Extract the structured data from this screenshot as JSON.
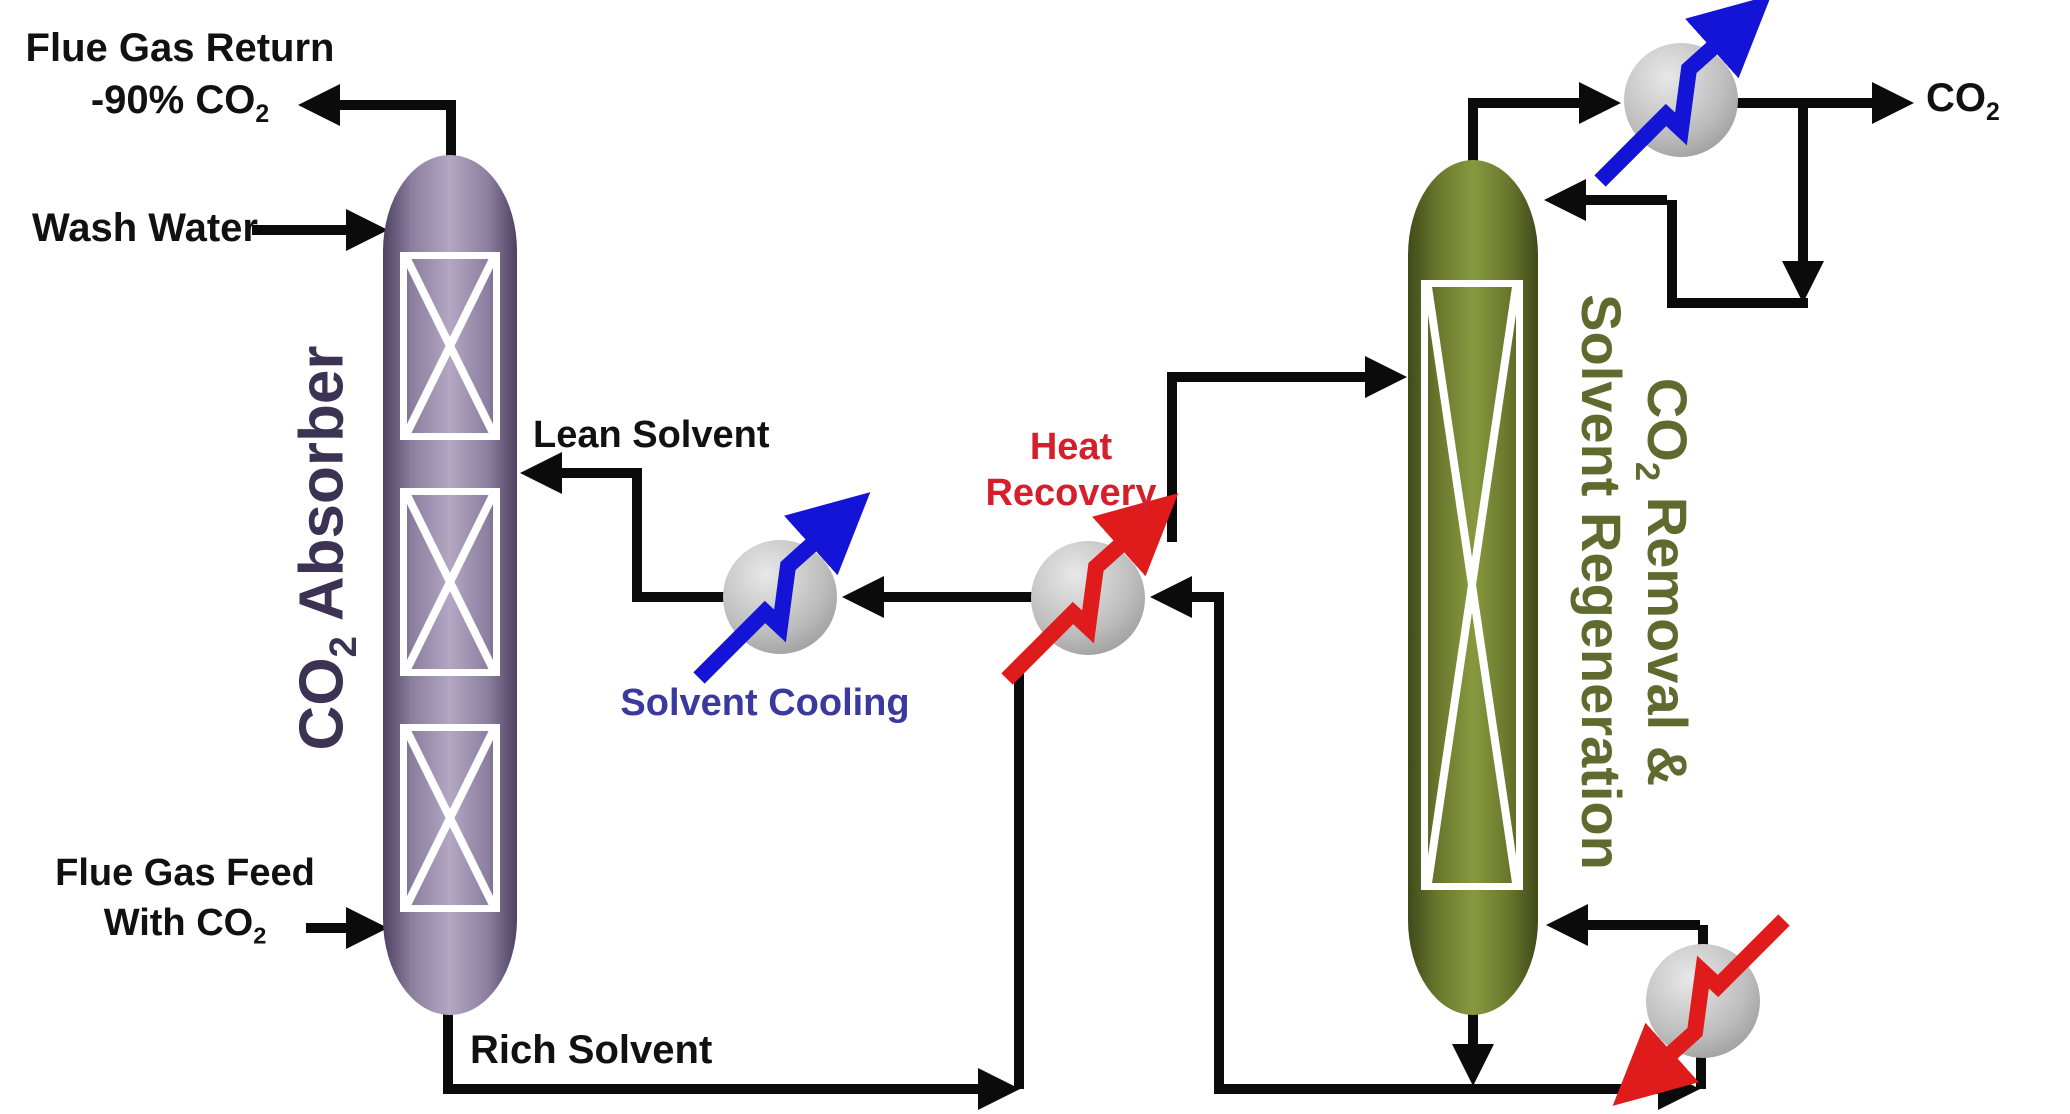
{
  "colors": {
    "pipe": "#0b0b0b",
    "absorber_body_light": "#b3a7c2",
    "absorber_body_mid": "#8d7fa0",
    "absorber_body_dark": "#4f4161",
    "absorber_label": "#3c3254",
    "regenerator_body_light": "#87993f",
    "regenerator_body_mid": "#68762c",
    "regenerator_body_dark": "#3f4a19",
    "regenerator_label": "#5f6b2e",
    "exchanger_light": "#e8e8e8",
    "exchanger_dark": "#8a8a8a",
    "hot_red": "#e01b1b",
    "cold_blue": "#1414d6",
    "heat_recovery_label": "#d5202c",
    "solvent_cooling_label": "#3939a0",
    "text_black": "#111111"
  },
  "labels": {
    "flue_gas_return": {
      "line1": "Flue Gas Return",
      "line2_main": "-90% CO",
      "line2_sub": "2"
    },
    "wash_water": "Wash Water",
    "absorber": {
      "main": "CO",
      "sub": "2",
      "rest": " Absorber"
    },
    "lean_solvent": "Lean Solvent",
    "solvent_cooling": "Solvent Cooling",
    "heat_recovery": {
      "line1": "Heat",
      "line2": "Recovery"
    },
    "flue_gas_feed": {
      "line1": "Flue Gas Feed",
      "line2_main": "With CO",
      "line2_sub": "2"
    },
    "rich_solvent": "Rich Solvent",
    "regenerator": {
      "line1_main": "CO",
      "line1_sub": "2",
      "line1_rest": " Removal &",
      "line2": "Solvent Regeneration"
    },
    "co2_product": {
      "main": "CO",
      "sub": "2"
    }
  }
}
